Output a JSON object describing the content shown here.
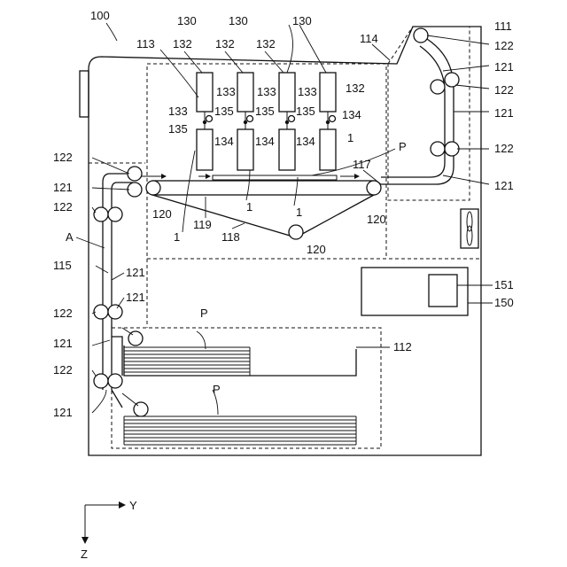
{
  "figure": {
    "ref_main": "100",
    "ref_housing_top": "114",
    "ref_exit": "111",
    "ref_conveyor_group": "113",
    "ref_carriage": "117",
    "ref_belt": "119",
    "ref_lower_belt": "118",
    "ref_path_label": "A",
    "ref_path": "115",
    "ref_tray": "112",
    "ref_panel": "150",
    "ref_display": "151",
    "ref_paper": "P",
    "ref_head": "1",
    "ref_tank": "130",
    "ref_cap": "132",
    "ref_valve": "133",
    "ref_connector": "134",
    "ref_tube": "135",
    "ref_roller": "120",
    "ref_guide": "121",
    "ref_roller_pair": "122",
    "axis_y": "Y",
    "axis_z": "Z"
  },
  "icons": [
    "fan-icon",
    "valve-icon"
  ]
}
